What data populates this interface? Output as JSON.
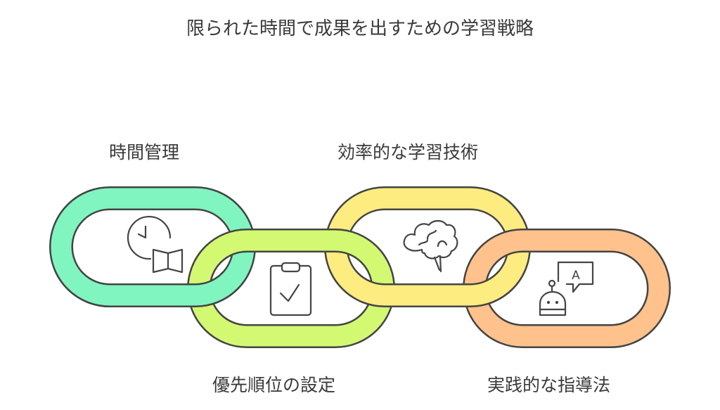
{
  "title": "限られた時間で成果を出すための学習戦略",
  "links": [
    {
      "label": "時間管理",
      "icon": "clock-book-icon",
      "color": "#80F5C0"
    },
    {
      "label": "優先順位の設定",
      "icon": "clipboard-check-icon",
      "color": "#D3F872"
    },
    {
      "label": "効率的な学習技術",
      "icon": "brain-icon",
      "color": "#FDEC80"
    },
    {
      "label": "実践的な指導法",
      "icon": "robot-chat-icon",
      "color": "#FFC28C",
      "icon_text": "A"
    }
  ],
  "outline_color": "#444444"
}
